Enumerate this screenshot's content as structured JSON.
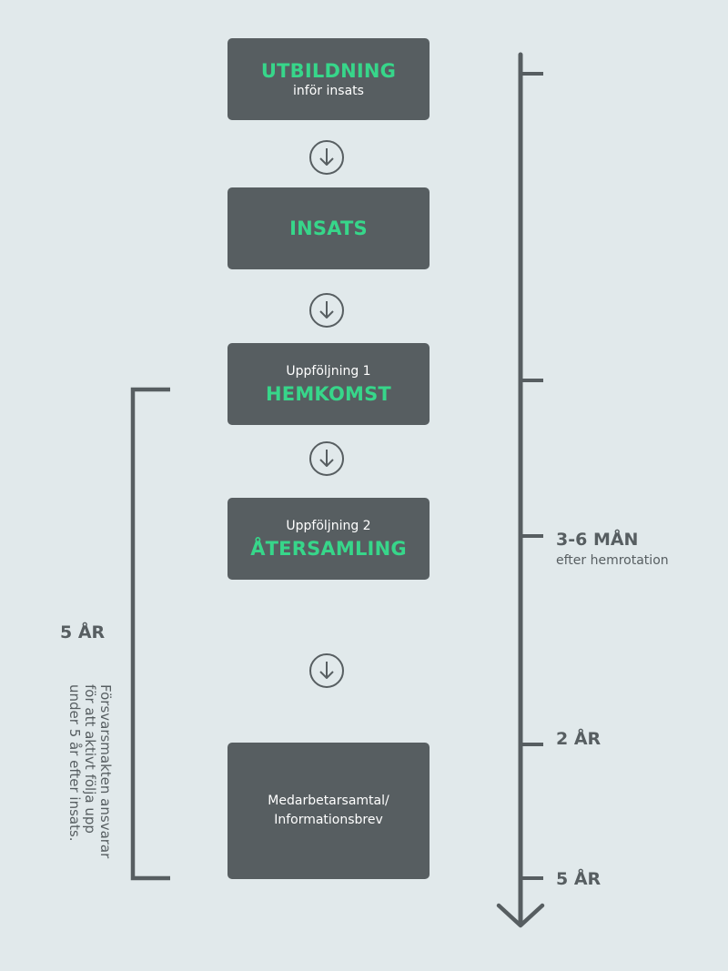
{
  "steps": [
    {
      "title": "UTBILDNING",
      "subtitle": "inför insats"
    },
    {
      "title": "INSATS"
    },
    {
      "pretitle": "Uppföljning 1",
      "title": "HEMKOMST"
    },
    {
      "pretitle": "Uppföljning 2",
      "title": "ÅTERSAMLING"
    },
    {
      "body": "Medarbetarsamtal/\nInformationsbrev"
    }
  ],
  "timeline": {
    "marks": [
      {
        "label": "3-6 MÅN",
        "sublabel": "efter hemrotation"
      },
      {
        "label": "2 ÅR"
      },
      {
        "label": "5 ÅR"
      }
    ]
  },
  "follow_up": {
    "duration": "5 ÅR",
    "description": "Försvarsmakten ansvarar\nför att aktivt följa upp\nunder 5 år efter insats."
  },
  "colors": {
    "background": "#e1e9eb",
    "box": "#575e61",
    "accent": "#37d68a",
    "line": "#575e61"
  }
}
